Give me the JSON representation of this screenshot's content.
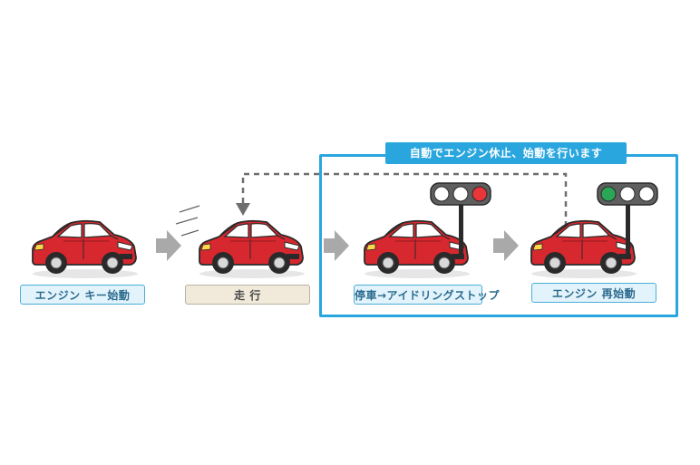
{
  "steps": [
    {
      "label": "エンジン キー始動"
    },
    {
      "label": "走 行"
    },
    {
      "label": "停車→アイドリングストップ"
    },
    {
      "label": "エンジン 再始動"
    }
  ],
  "banner": "自動でエンジン休止、始動を行います",
  "colors": {
    "car_body": "#d8282f",
    "frame": "#2aa6df",
    "arrow": "#a9a9a9",
    "signal_red": "#e8363a",
    "signal_green": "#2aa756"
  },
  "icons": [
    "car-icon",
    "traffic-light-icon",
    "step-arrow-icon",
    "motion-lines-icon",
    "loop-arrow-icon"
  ]
}
